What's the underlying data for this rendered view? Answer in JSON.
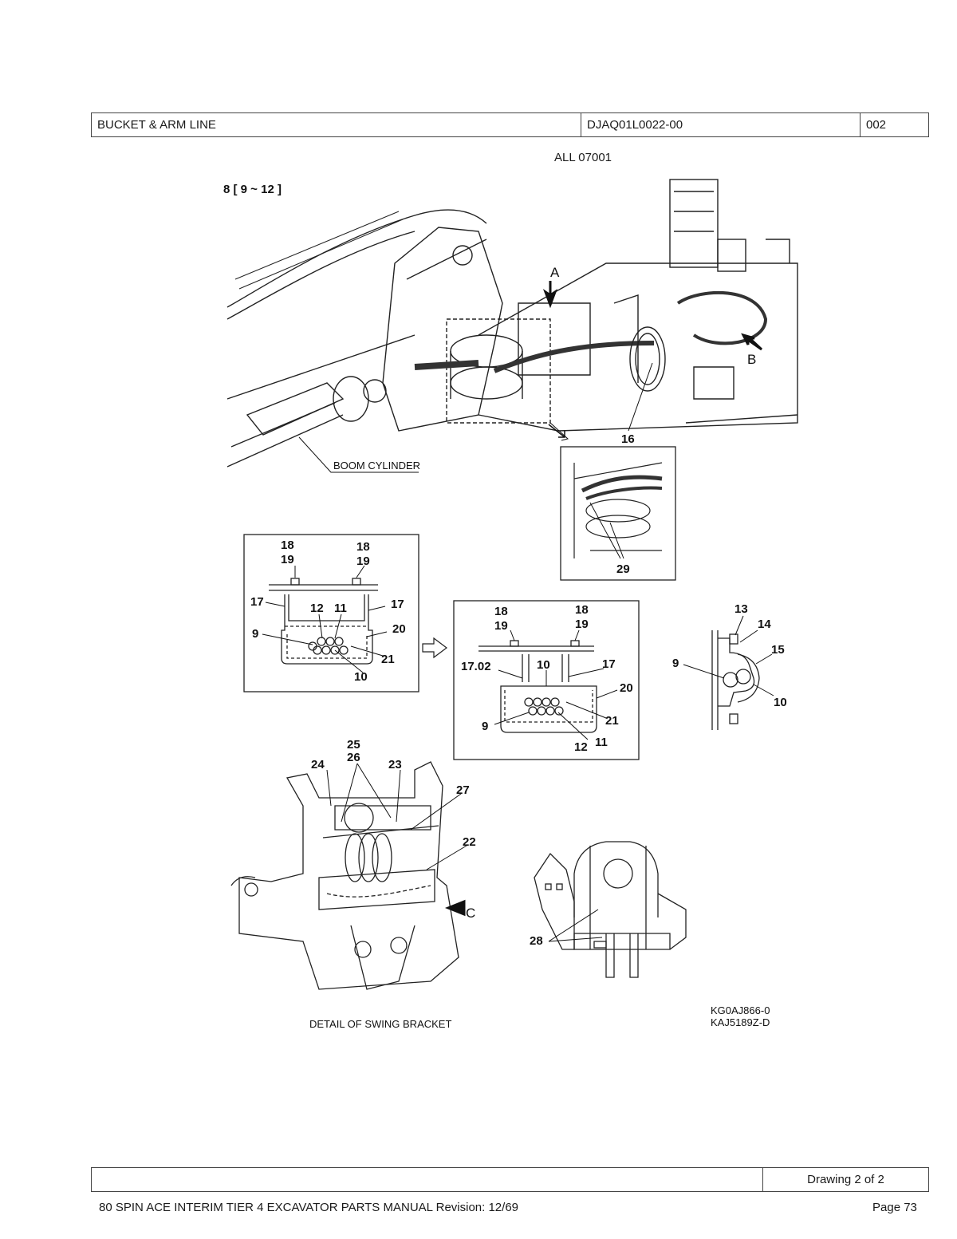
{
  "header": {
    "section_title": "BUCKET & ARM LINE",
    "drawing_number": "DJAQ01L0022-00",
    "sheet_code": "002"
  },
  "serial_range": "ALL 07001",
  "drawing": {
    "item_ref": "8 [ 9 ~ 12 ]",
    "view_a": "A",
    "view_b": "B",
    "view_c": "C",
    "boom_cylinder": "BOOM CYLINDER",
    "detail_caption": "DETAIL OF SWING BRACKET",
    "ref_code_1": "KG0AJ866-0",
    "ref_code_2": "KAJ5189Z-D",
    "callouts": {
      "n16": "16",
      "n29": "29",
      "n18a": "18",
      "n19a": "19",
      "n18b": "18",
      "n19b": "19",
      "n17a": "17",
      "n17b": "17",
      "n12a": "12",
      "n11a": "11",
      "n9a": "9",
      "n20a": "20",
      "n21a": "21",
      "n10a": "10",
      "n18c": "18",
      "n19c": "19",
      "n18d": "18",
      "n19d": "19",
      "n1702": "17.02",
      "n10b": "10",
      "n17c": "17",
      "n20b": "20",
      "n21b": "21",
      "n9b": "9",
      "n12b": "12",
      "n11b": "11",
      "n13": "13",
      "n14": "14",
      "n15": "15",
      "n9c": "9",
      "n10c": "10",
      "n25": "25",
      "n26": "26",
      "n24": "24",
      "n23": "23",
      "n27": "27",
      "n22": "22",
      "n28": "28"
    }
  },
  "footer": {
    "drawing_of": "Drawing 2 of 2",
    "manual_title": "80 SPIN ACE INTERIM TIER 4 EXCAVATOR PARTS MANUAL Revision: 12/69",
    "page": "Page 73"
  }
}
